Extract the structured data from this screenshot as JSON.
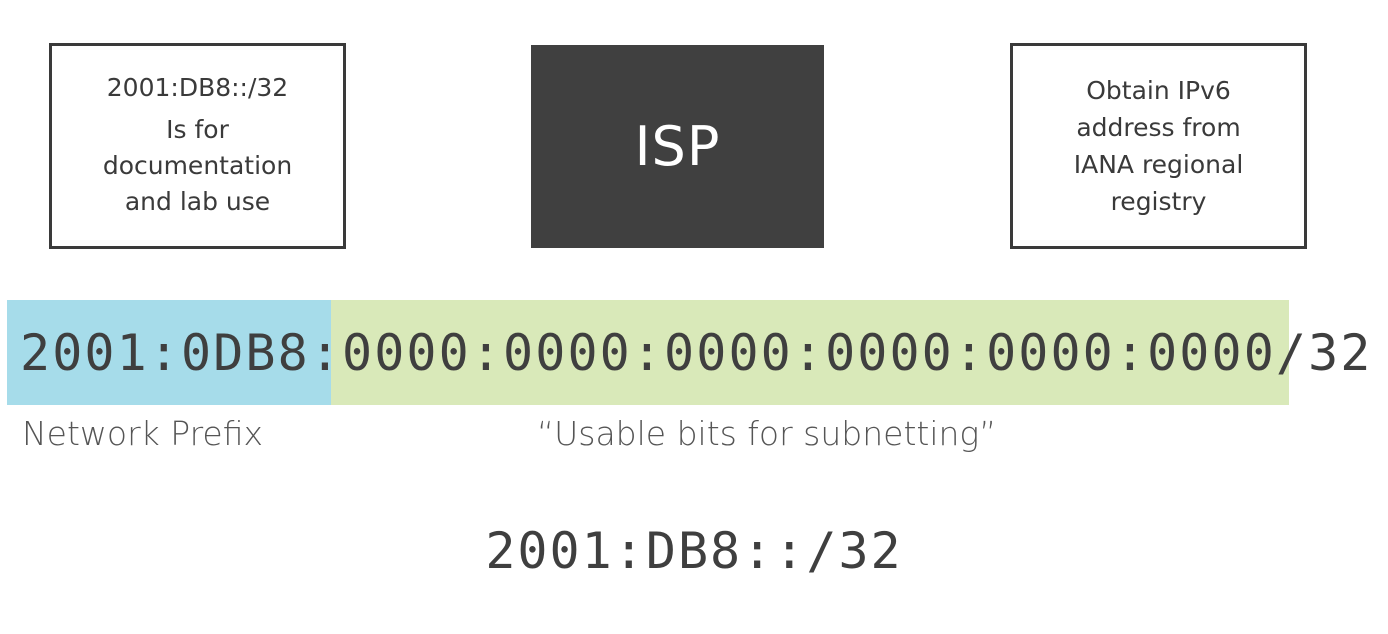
{
  "doc_box": {
    "title": "2001:DB8::/32",
    "body": "Is for\ndocumentation\nand lab use"
  },
  "isp_box": {
    "label": "ISP"
  },
  "iana_box": {
    "body": "Obtain IPv6\naddress from\nIANA regional\nregistry"
  },
  "address": {
    "full": "2001:0DB8:0000:0000:0000:0000:0000:0000/32",
    "prefix_label": "Network Prefix",
    "usable_label": "“Usable bits for subnetting”",
    "short_form": "2001:DB8::/32"
  },
  "colors": {
    "prefix_band": "#a6dcea",
    "usable_band": "#d9e9b9",
    "isp_fill": "#404040"
  }
}
